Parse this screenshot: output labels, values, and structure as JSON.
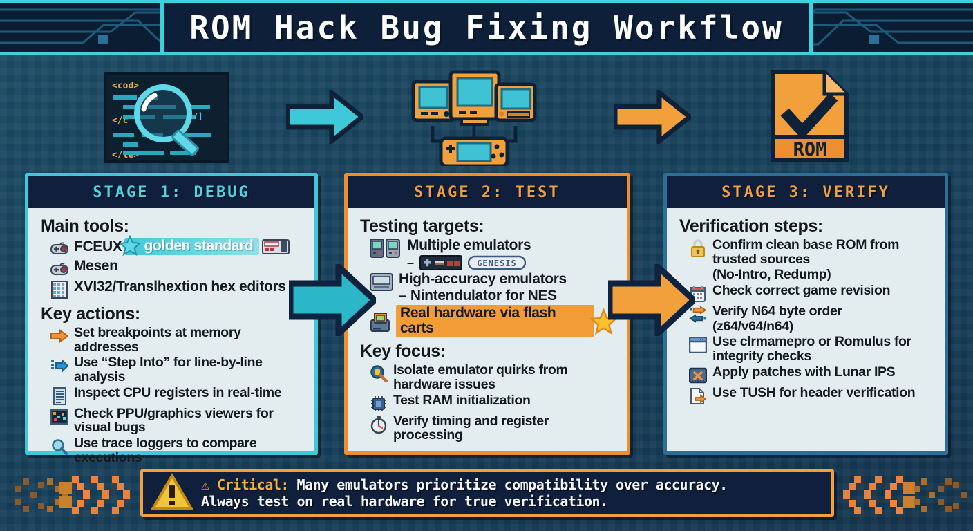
{
  "header": {
    "title": "ROM Hack Bug Fixing Workflow",
    "accent_cyan": "#3fd0e0",
    "bg": "#0b1d33"
  },
  "illustrations": [
    {
      "name": "code-magnifier-illustration",
      "labels": [
        "<cod>",
        "</c",
        "</te>"
      ]
    },
    {
      "name": "arrow-right-cyan",
      "label": "→"
    },
    {
      "name": "multi-device-test-illustration",
      "label": ""
    },
    {
      "name": "arrow-right-orange",
      "label": "→"
    },
    {
      "name": "rom-verified-file-illustration",
      "label": "ROM"
    }
  ],
  "stages": [
    {
      "id": "stage-1",
      "header": "STAGE 1: DEBUG",
      "header_color": "#4fd4e4",
      "border_color": "#3fc9d8",
      "sections": [
        {
          "title": "Main tools:",
          "items": [
            {
              "icon": "gamepad-icon",
              "glyph": "🎮",
              "text": "FCEUX",
              "badge": "golden standard",
              "badge_style": "cyan",
              "badge_icon": "star-icon",
              "trail_icon": "nes-console-icon"
            },
            {
              "icon": "gamepad-icon",
              "glyph": "🎮",
              "text": "Mesen"
            },
            {
              "icon": "hex-grid-icon",
              "glyph": "▒",
              "text": "XVI32/Translhextion hex editors"
            }
          ]
        },
        {
          "title": "Key actions:",
          "items": [
            {
              "icon": "arrow-right-icon",
              "glyph": "➡",
              "text": "Set breakpoints at memory addresses"
            },
            {
              "icon": "step-into-icon",
              "glyph": "↪",
              "text": "Use “Step Into” for line-by-line analysis"
            },
            {
              "icon": "registers-list-icon",
              "glyph": "☰",
              "text": "Inspect CPU registers in real-time"
            },
            {
              "icon": "graphics-viewer-icon",
              "glyph": "▣",
              "text": "Check PPU/graphics viewers for visual bugs"
            },
            {
              "icon": "magnifier-icon",
              "glyph": "🔍",
              "text": "Use trace loggers to compare executions"
            }
          ]
        }
      ]
    },
    {
      "id": "stage-2",
      "header": "STAGE 2: TEST",
      "header_color": "#f2a03c",
      "border_color": "#ef8e2e",
      "sections": [
        {
          "title": "Testing targets:",
          "items": [
            {
              "icon": "handheld-pair-icon",
              "glyph": "🎮",
              "text": "Multiple emulators",
              "sub": "–",
              "sub_icons": [
                "nes-controller-logo",
                "genesis-logo"
              ]
            },
            {
              "icon": "console-icon",
              "glyph": "🖥",
              "text": "High-accuracy emulators",
              "sub_text": "– Nintendulator for NES"
            },
            {
              "icon": "flash-cart-icon",
              "glyph": "💾",
              "text": "Real hardware via flash carts",
              "badge_style": "orange",
              "trail_icon": "star-icon"
            }
          ]
        },
        {
          "title": "Key focus:",
          "items": [
            {
              "icon": "magnifier-shield-icon",
              "glyph": "🔎",
              "text": "Isolate emulator quirks from hardware issues"
            },
            {
              "icon": "chip-icon",
              "glyph": "▦",
              "text": "Test RAM initialization"
            },
            {
              "icon": "stopwatch-icon",
              "glyph": "⏱",
              "text": "Verify timing and register processing"
            }
          ]
        }
      ]
    },
    {
      "id": "stage-3",
      "header": "STAGE 3: VERIFY",
      "header_color": "#f2a03c",
      "border_color": "#2f6f95",
      "sections": [
        {
          "title": "Verification steps:",
          "items": [
            {
              "icon": "lock-icon",
              "glyph": "🔒",
              "text": "Confirm clean base ROM from trusted sources",
              "sub_text": "(No-Intro, Redump)"
            },
            {
              "icon": "calendar-icon",
              "glyph": "📅",
              "text": "Check correct game revision"
            },
            {
              "icon": "byte-swap-icon",
              "glyph": "⇄",
              "text": "Verify N64 byte order",
              "sub_text": "(z64/v64/n64)"
            },
            {
              "icon": "app-window-icon",
              "glyph": "□",
              "text": "Use clrmamepro or Romulus for integrity checks"
            },
            {
              "icon": "patch-icon",
              "glyph": "✖",
              "text": "Apply patches with Lunar IPS"
            },
            {
              "icon": "file-export-icon",
              "glyph": "📄",
              "text": "Use TUSH for header verification"
            }
          ]
        }
      ]
    }
  ],
  "connectors": [
    {
      "name": "connector-arrow-1",
      "color": "#2bb7c8"
    },
    {
      "name": "connector-arrow-2",
      "color": "#f2a03c"
    }
  ],
  "footer": {
    "warning_icon": "warning-triangle-icon",
    "label": "⚠ Critical:",
    "line1": "Many emulators prioritize compatibility over accuracy.",
    "line2": "Always test on real hardware for true verification.",
    "accent": "#f2a03c"
  }
}
